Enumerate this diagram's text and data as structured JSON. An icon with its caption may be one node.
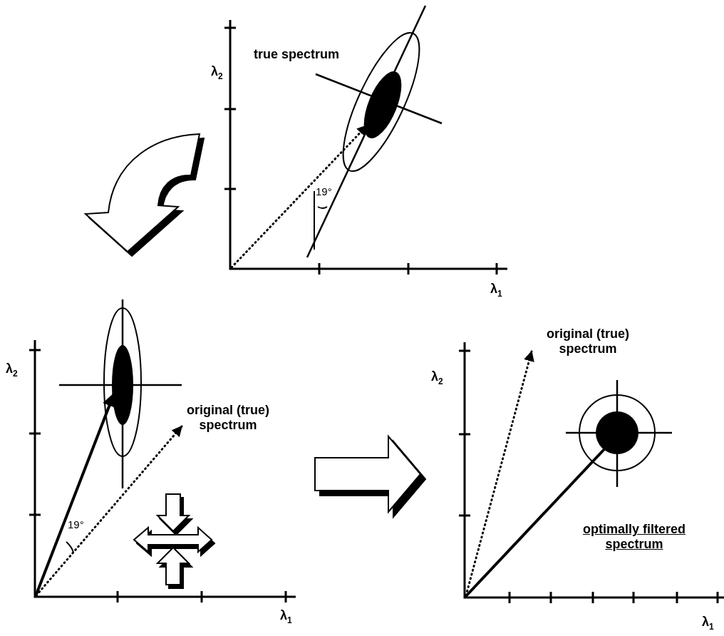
{
  "diagram": {
    "labels": [
      "λ$_{2}$",
      "true spectrum",
      "19°",
      "λ$_{1}$",
      "λ$_{2}$",
      "original (true) spectrum",
      "19°",
      "λ$_{1}$",
      "original (true) spectrum",
      "λ$_{2}$",
      "optimally filtered spectrum",
      "λ$_{1}$"
    ]
  }
}
